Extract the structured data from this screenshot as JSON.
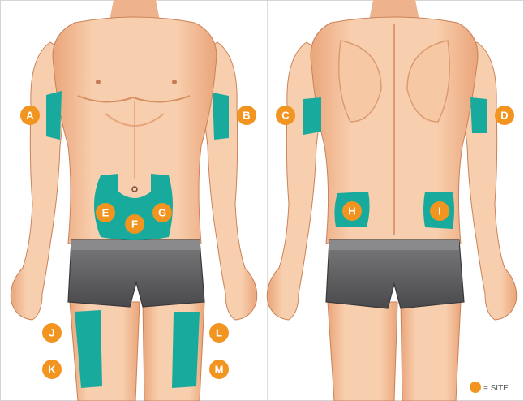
{
  "colors": {
    "skin": "#f6c6a1",
    "skin_shadow": "#e59f73",
    "skin_line": "#b9714b",
    "site_area": "#18aa9c",
    "marker": "#f29420",
    "shorts": "#6e6e70",
    "shorts_dark": "#3f3f41",
    "divider": "#bbbbbb",
    "frame": "#cfcfcf"
  },
  "views": [
    {
      "view": "front",
      "sites": [
        "A",
        "B",
        "E",
        "F",
        "G",
        "J",
        "K",
        "L",
        "M"
      ]
    },
    {
      "view": "back",
      "sites": [
        "C",
        "D",
        "H",
        "I"
      ]
    }
  ],
  "markers": {
    "A": "A",
    "B": "B",
    "C": "C",
    "D": "D",
    "E": "E",
    "F": "F",
    "G": "G",
    "H": "H",
    "I": "I",
    "J": "J",
    "K": "K",
    "L": "L",
    "M": "M"
  },
  "legend": {
    "text": "= SITE",
    "icon": "orange-dot"
  }
}
